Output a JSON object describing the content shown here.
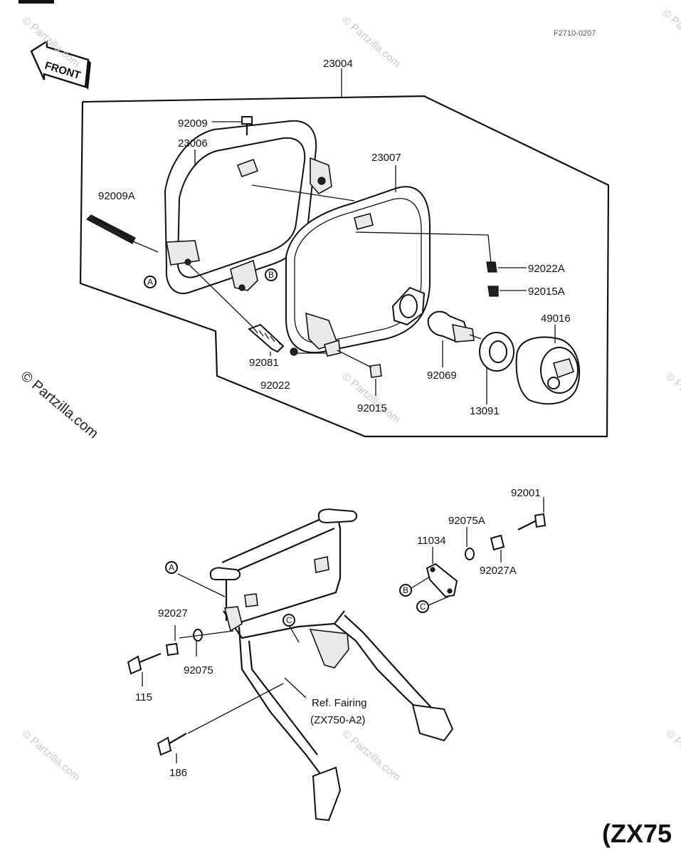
{
  "figure_code": "F2710-0207",
  "front_label": "FRONT",
  "watermark": "© Partzilla.com",
  "model_label": "(ZX75",
  "ref_note_line1": "Ref. Fairing",
  "ref_note_line2": "(ZX750-A2)",
  "parts": {
    "p23004": "23004",
    "p92009": "92009",
    "p23006": "23006",
    "p23007": "23007",
    "p92009A": "92009A",
    "p92022A": "92022A",
    "p92015A": "92015A",
    "p49016": "49016",
    "p92081": "92081",
    "p92022": "92022",
    "p92069": "92069",
    "p92015": "92015",
    "p13091": "13091",
    "p92001": "92001",
    "p92075A": "92075A",
    "p11034": "11034",
    "p92027A": "92027A",
    "p92027": "92027",
    "p92075": "92075",
    "p115": "115",
    "p186": "186"
  },
  "callouts": {
    "A": "A",
    "B": "B",
    "C": "C"
  }
}
